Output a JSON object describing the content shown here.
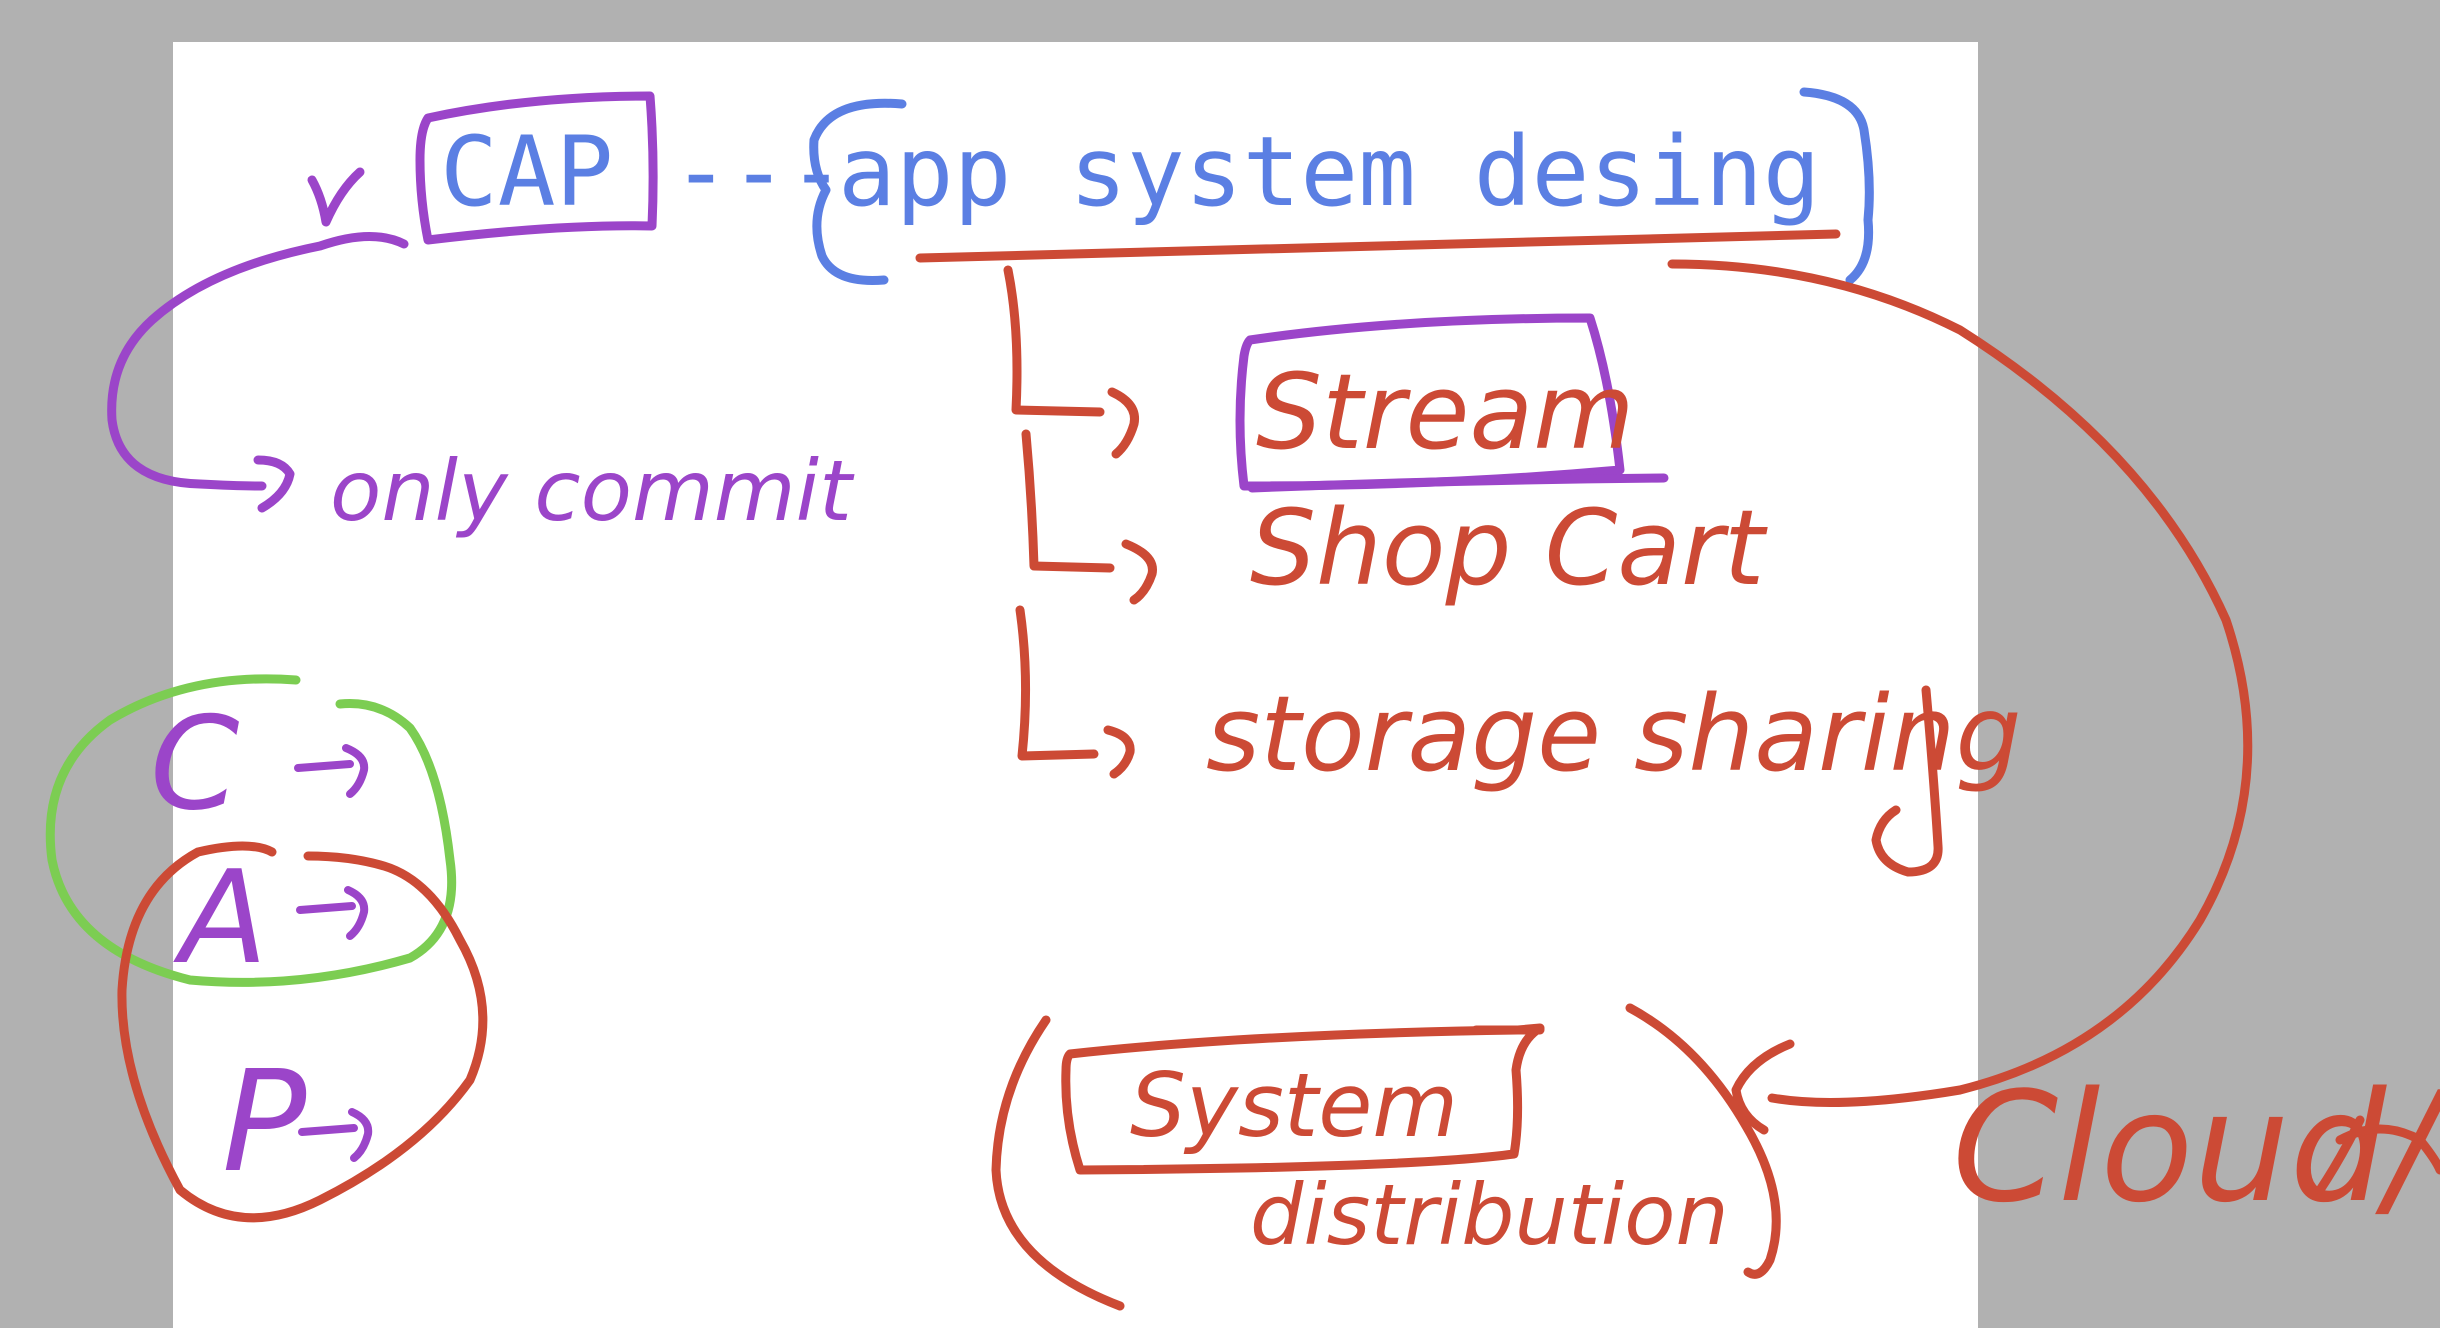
{
  "colors": {
    "background": "#b1b1b1",
    "whiteboard": "#ffffff",
    "blue": "#5b7fe3",
    "purple": "#9b45c9",
    "red": "#cc4a35",
    "green": "#7ccd52"
  },
  "header": {
    "cap_label": "CAP",
    "dashes": "---",
    "title": "app system desing",
    "check_mark": "v"
  },
  "cap_note": "only commit",
  "cap_letters": {
    "c": "C",
    "a": "A",
    "p": "P"
  },
  "branches": [
    {
      "label": "Stream"
    },
    {
      "label": "Shop Cart"
    },
    {
      "label": "storage sharing"
    }
  ],
  "distribution": {
    "boxed_word": "System",
    "second_word": "distribution"
  },
  "cloud_note": "Cloud/"
}
